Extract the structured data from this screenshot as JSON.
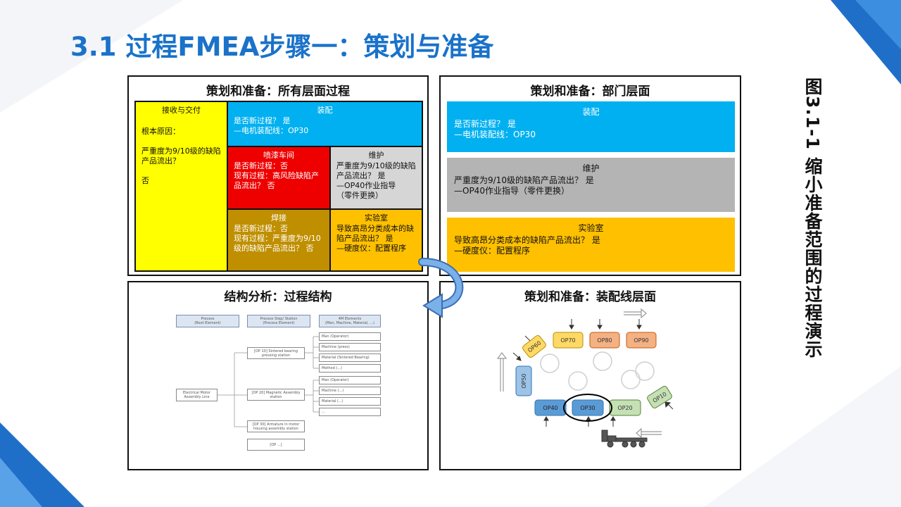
{
  "slide": {
    "title": "3.1 过程FMEA步骤一：策划与准备",
    "caption": "图3.1-1 缩小准备范围的过程演示"
  },
  "panel_all": {
    "title": "策划和准备：所有层面过程",
    "receiving": {
      "title": "接收与交付",
      "body": "根本原因：\n\n严重度为9/10级的缺陷产品流出？\n\n否"
    },
    "assembly": {
      "title": "装配",
      "body": "是否新过程？ 是\n—电机装配线：OP30"
    },
    "paint": {
      "title": "喷漆车间",
      "body": "是否新过程：否\n现有过程：高风险缺陷产品流出？ 否"
    },
    "maintenance": {
      "title": "维护",
      "body": "严重度为9/10级的缺陷产品流出？ 是\n—OP40作业指导\n（零件更换）"
    },
    "welding": {
      "title": "焊接",
      "body": "是否新过程：否\n现有过程：严重度为9/10级的缺陷产品流出？ 否"
    },
    "lab": {
      "title": "实验室",
      "body": "导致高昂分类成本的缺陷产品流出？ 是\n—硬度仪：配置程序"
    }
  },
  "panel_dept": {
    "title": "策划和准备：部门层面",
    "assembly": {
      "title": "装配",
      "body": "是否新过程？ 是\n—电机装配线：OP30"
    },
    "maintenance": {
      "title": "维护",
      "body": "严重度为9/10级的缺陷产品流出？ 是\n—OP40作业指导（零件更换）"
    },
    "lab": {
      "title": "实验室",
      "body": "导致高昂分类成本的缺陷产品流出？ 是\n—硬度仪：配置程序"
    }
  },
  "panel_structure": {
    "title": "结构分析：过程结构",
    "headers": [
      "Process\n(Root Element)",
      "Process Step/ Station\n(Process Element)",
      "4M Elements\n(Man, Machine, Material, ...)"
    ],
    "root": "Electrical Motor\nAssembly Line",
    "steps": [
      "[OP 10] Sintered bearing\npressing station",
      "[OP 20] Magnetic Assembly\nstation",
      "[OP 30] Armature in motor\nhousing assembly station",
      "[OP ...]"
    ],
    "elements_group1": [
      "Man (Operator)",
      "Machine (press)",
      "Material (Sintered Bearing)",
      "Method (...)"
    ],
    "elements_group2": [
      "Man (Operator)",
      "Machine (...)",
      "Material (...)",
      "..."
    ]
  },
  "panel_line": {
    "title": "策划和准备：装配线层面",
    "stations": [
      "OP60",
      "OP70",
      "OP80",
      "OP90",
      "OP50",
      "OP40",
      "OP30",
      "OP20",
      "OP10"
    ]
  },
  "colors": {
    "title_blue": "#1a72c9",
    "yellow": "#ffff00",
    "sky": "#00b0f0",
    "red": "#ee0000",
    "gray": "#d6d6d6",
    "gold": "#bf8f00",
    "amber": "#ffc000"
  }
}
